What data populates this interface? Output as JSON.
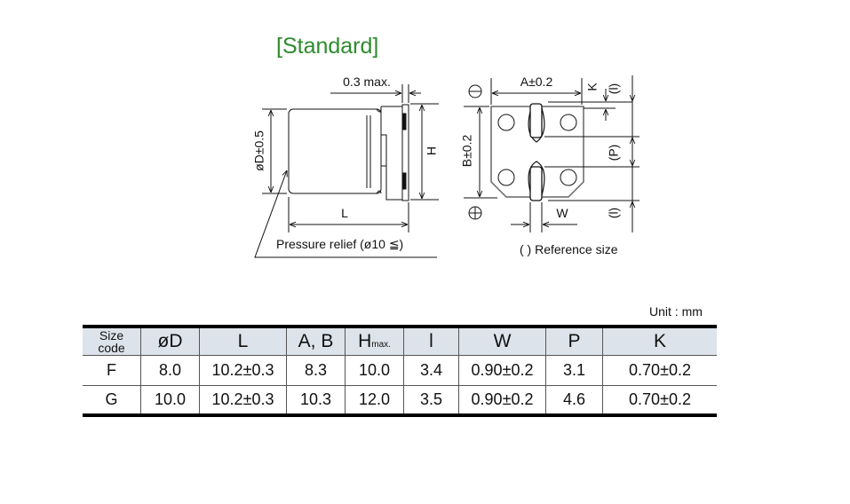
{
  "title": "[Standard]",
  "drawing": {
    "side_view": {
      "lead_thickness": "0.3 max.",
      "diameter": "øD±0.5",
      "height": "H",
      "length": "L",
      "pressure_relief": "Pressure relief (ø10 ≦)"
    },
    "bottom_view": {
      "a_dim": "A±0.2",
      "b_dim": "B±0.2",
      "k_dim": "K",
      "l_top": "(l)",
      "p_dim": "(P)",
      "l_bottom": "(l)",
      "w_dim": "W",
      "note": "( ) Reference size",
      "negative_symbol": "minus-circle",
      "positive_symbol": "plus-circle"
    }
  },
  "table": {
    "unit": "Unit : mm",
    "headers": {
      "size_code_1": "Size",
      "size_code_2": "code",
      "d": "øD",
      "l": "L",
      "ab": "A, B",
      "h": "H",
      "h_sub": "max.",
      "i": "l",
      "w": "W",
      "p": "P",
      "k": "K"
    },
    "rows": [
      [
        "F",
        "8.0",
        "10.2±0.3",
        "8.3",
        "10.0",
        "3.4",
        "0.90±0.2",
        "3.1",
        "0.70±0.2"
      ],
      [
        "G",
        "10.0",
        "10.2±0.3",
        "10.3",
        "12.0",
        "3.5",
        "0.90±0.2",
        "4.6",
        "0.70±0.2"
      ]
    ]
  },
  "colors": {
    "title": "#2e8b2e",
    "header_bg": "#dde3ea"
  }
}
